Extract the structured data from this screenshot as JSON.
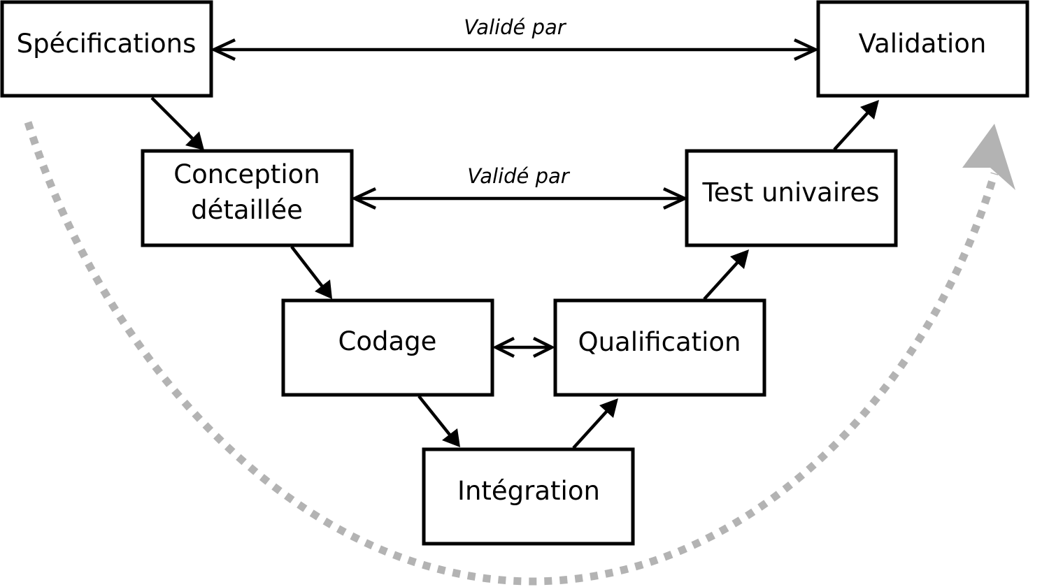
{
  "boxes": {
    "specifications": "Spécifications",
    "validation": "Validation",
    "conception_line1": "Conception",
    "conception_line2": "détaillée",
    "test_unitaires": "Test univaires",
    "codage": "Codage",
    "qualification": "Qualification",
    "integration": "Intégration"
  },
  "links": {
    "top_label": "Validé par",
    "middle_label": "Validé par"
  },
  "colors": {
    "box_stroke": "#000000",
    "arrow": "#000000",
    "flow_curve": "#b3b3b3"
  }
}
